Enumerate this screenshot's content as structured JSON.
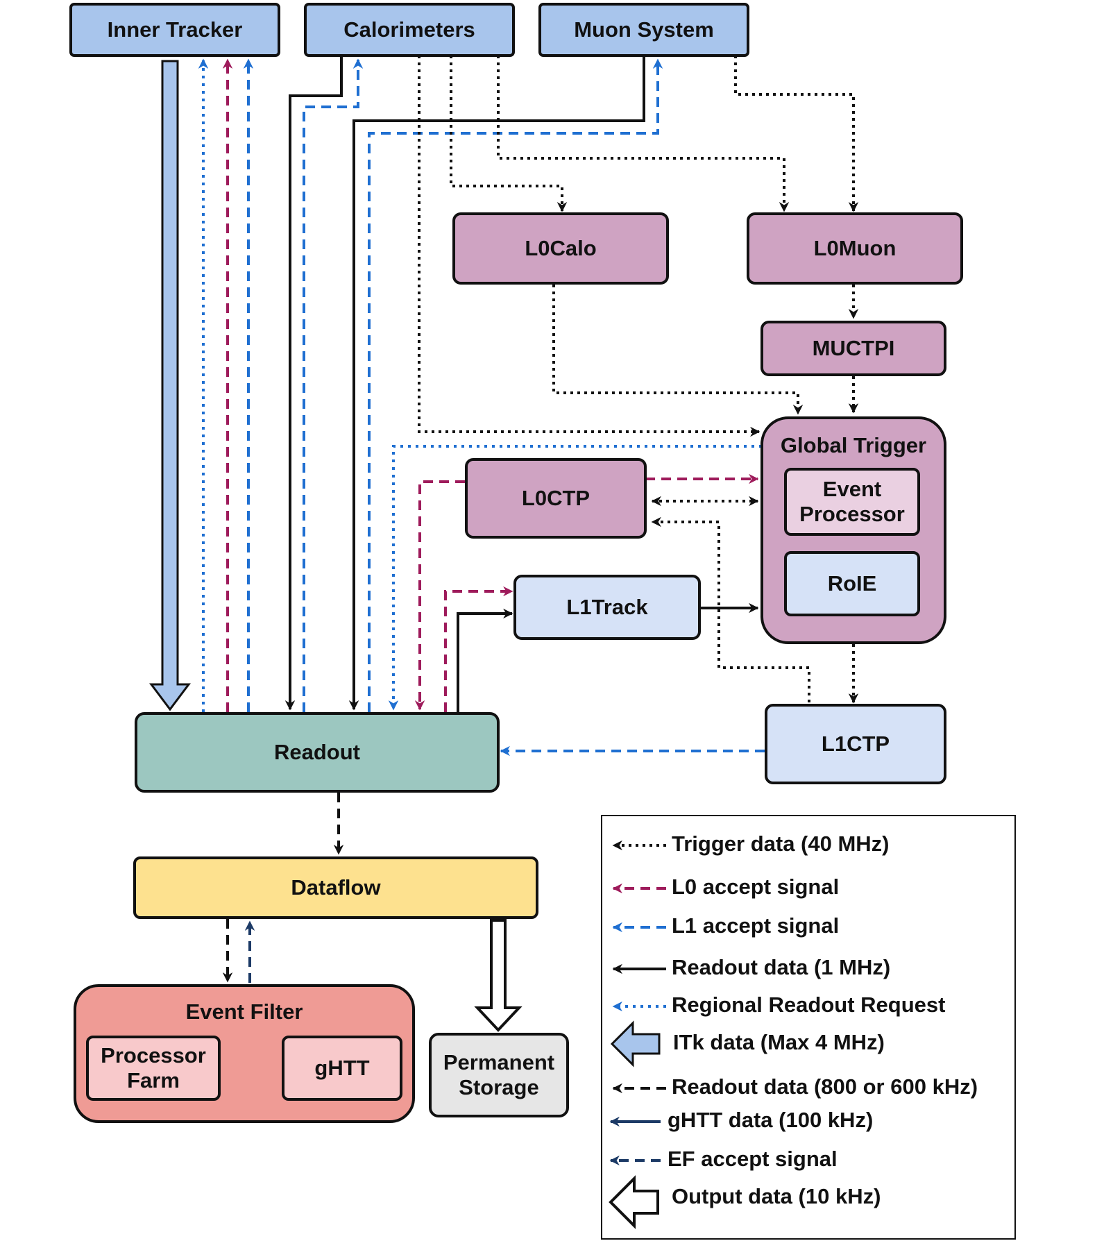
{
  "boxes": {
    "inner_tracker": "Inner Tracker",
    "calorimeters": "Calorimeters",
    "muon_system": "Muon System",
    "l0calo": "L0Calo",
    "l0muon": "L0Muon",
    "muctpi": "MUCTPI",
    "global_trigger": "Global Trigger",
    "event_processor": "Event Processor",
    "roie": "RoIE",
    "l0ctp": "L0CTP",
    "l1track": "L1Track",
    "l1ctp": "L1CTP",
    "readout": "Readout",
    "dataflow": "Dataflow",
    "event_filter": "Event Filter",
    "processor_farm": "Processor Farm",
    "ghtt": "gHTT",
    "permanent_storage": "Permanent Storage"
  },
  "legend": [
    {
      "label": "Trigger data (40 MHz)",
      "style": "dotted",
      "color": "#111111"
    },
    {
      "label": "L0 accept signal",
      "style": "dashed",
      "color": "#9e1b5b"
    },
    {
      "label": "L1 accept signal",
      "style": "dashed",
      "color": "#1f6fd1"
    },
    {
      "label": "Readout data (1 MHz)",
      "style": "solid",
      "color": "#111111"
    },
    {
      "label": "Regional Readout Request",
      "style": "dotted",
      "color": "#1f6fd1"
    },
    {
      "label": "ITk data (Max 4 MHz)",
      "style": "block",
      "color": "#a8c5ec"
    },
    {
      "label": "Readout data (800 or 600 kHz)",
      "style": "dashed-bold",
      "color": "#111111"
    },
    {
      "label": "gHTT data (100 kHz)",
      "style": "solid",
      "color": "#1c3a66"
    },
    {
      "label": "EF accept signal",
      "style": "dashed",
      "color": "#1c3a66"
    },
    {
      "label": "Output data (10 kHz)",
      "style": "hollow",
      "color": "#ffffff"
    }
  ],
  "colors": {
    "detector": "#a8c5ec",
    "trigger": "#cfa3c2",
    "level1": "#d6e2f7",
    "readout": "#9cc7c0",
    "dataflow": "#fde18f",
    "event_filter": "#ef9b95",
    "event_filter_inner": "#f8c9cb",
    "storage": "#e6e6e6",
    "l0_accept": "#9e1b5b",
    "l1_accept": "#1f6fd1",
    "ef_accept": "#1c3a66"
  }
}
